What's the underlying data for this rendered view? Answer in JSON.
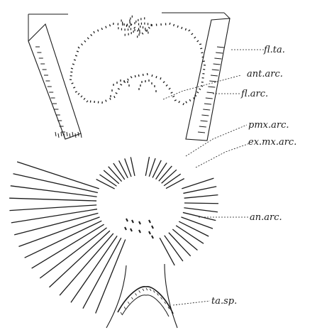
{
  "labels": {
    "fl_ta": "fl.ta.",
    "ant_arc": "ant.arc.",
    "fl_arc": "fl.arc.",
    "pmx_arc": "pmx.arc.",
    "ex_mx_arc": "ex.mx.arc.",
    "an_arc": "an.arc.",
    "ta_sp": "ta.sp."
  },
  "colors": {
    "ink": "#1a1a1a",
    "paper": "#ffffff"
  }
}
